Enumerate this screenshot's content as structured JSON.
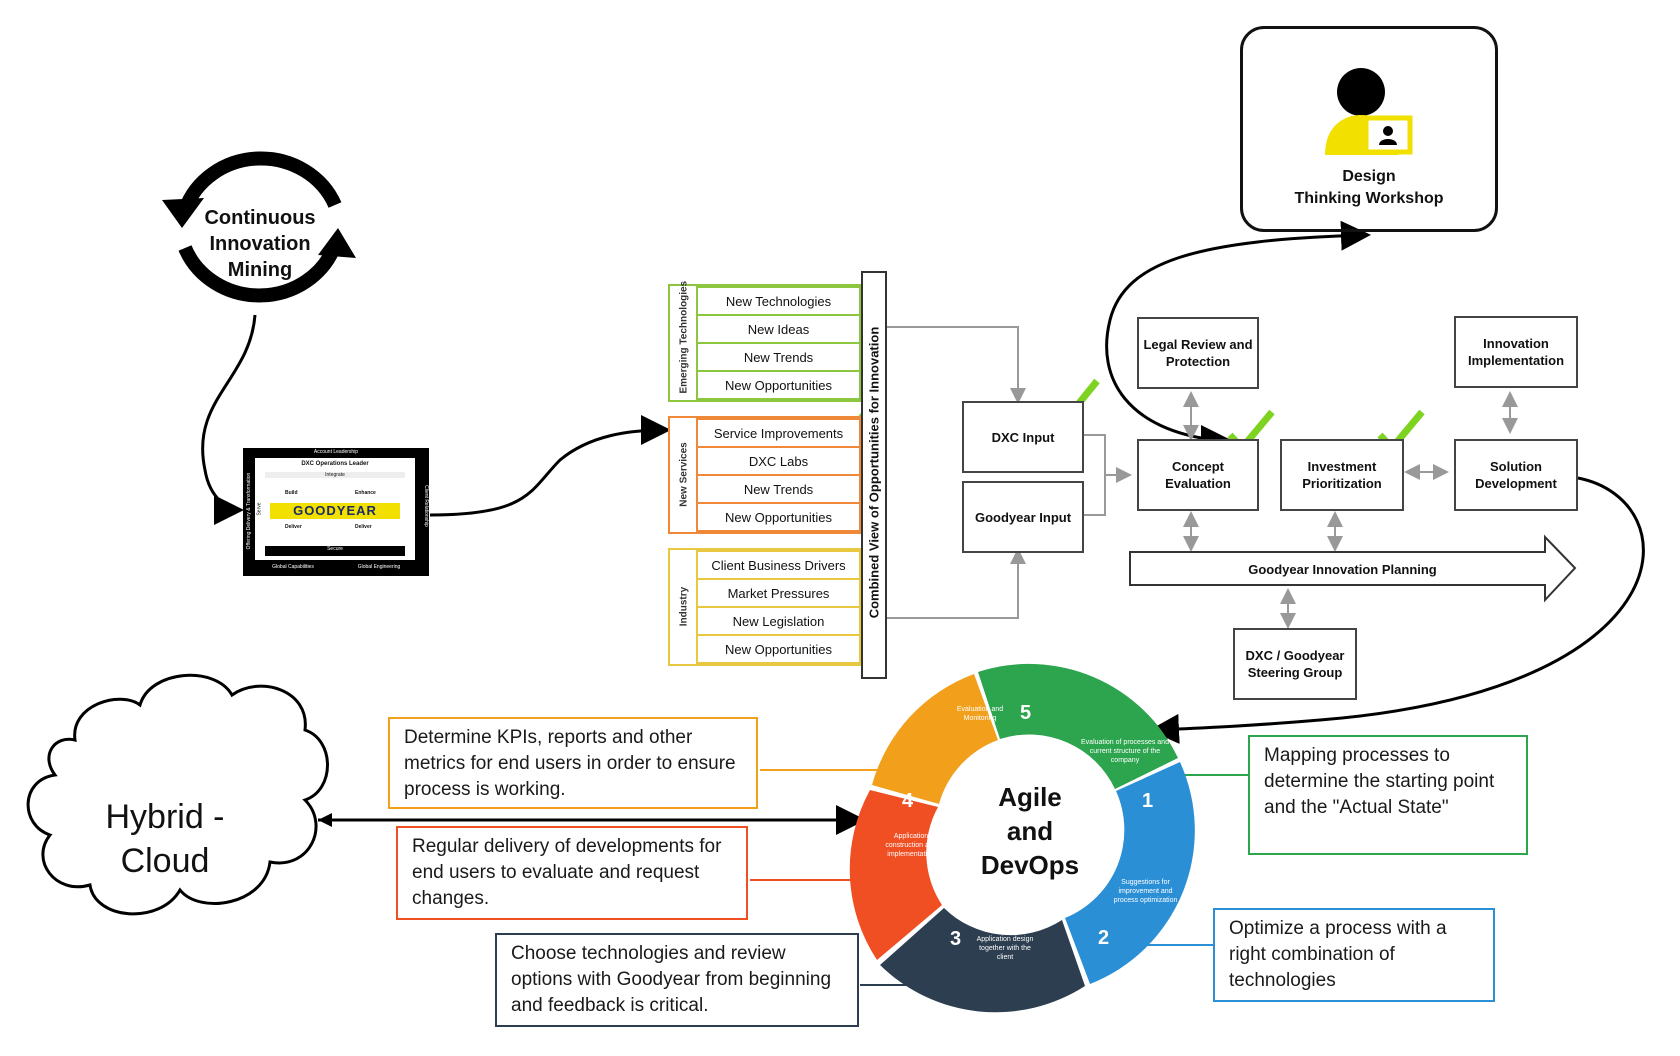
{
  "cycle": {
    "label_line1": "Continuous",
    "label_line2": "Innovation",
    "label_line3": "Mining"
  },
  "logo_card": {
    "top_label": "Account Leadership",
    "header": "DXC Operations Leader",
    "sub_header": "Integrate",
    "quad_tl": "Build",
    "quad_tr": "Enhance",
    "quad_bl": "Deliver",
    "quad_br": "Deliver",
    "brand": "GOODYEAR",
    "bottom_left": "Global Capabilities",
    "bottom_right": "Global Engineering",
    "bottom_band": "Secure",
    "left_side": "Offering Delivery & Transformation",
    "right_side": "Client Relationship",
    "left_small": "Serve"
  },
  "categories": {
    "emerging": {
      "title": "Emerging Technologies",
      "color": "#8dc63f",
      "items": [
        "New Technologies",
        "New Ideas",
        "New Trends",
        "New Opportunities"
      ]
    },
    "services": {
      "title": "New Services",
      "color": "#f0883a",
      "items": [
        "Service Improvements",
        "DXC Labs",
        "New Trends",
        "New Opportunities"
      ]
    },
    "industry": {
      "title": "Industry",
      "color": "#e8c840",
      "items": [
        "Client Business Drivers",
        "Market Pressures",
        "New Legislation",
        "New Opportunities"
      ]
    }
  },
  "combined_view_label": "Combined View of Opportunities for Innovation",
  "inputs": {
    "dxc": "DXC Input",
    "goodyear": "Goodyear Input"
  },
  "process": {
    "legal": "Legal Review and Protection",
    "concept": "Concept Evaluation",
    "investment": "Investment Prioritization",
    "solution": "Solution Development",
    "implementation": "Innovation Implementation",
    "planning": "Goodyear Innovation Planning",
    "steering": "DXC / Goodyear Steering Group"
  },
  "design_thinking": {
    "line1": "Design",
    "line2": "Thinking Workshop"
  },
  "cloud": {
    "line1": "Hybrid -",
    "line2": "Cloud"
  },
  "agile": {
    "center_line1": "Agile",
    "center_line2": "and",
    "center_line3": "DevOps",
    "segments": [
      {
        "num": "1",
        "text": "Evaluation of processes and current structure of the company",
        "color": "#2da44e"
      },
      {
        "num": "2",
        "text": "Suggestions for improvement and process optimization",
        "color": "#2b8fd6"
      },
      {
        "num": "3",
        "text": "Application design together with the client",
        "color": "#2c3e50"
      },
      {
        "num": "4",
        "text": "Application construction and implementation",
        "color": "#f04e23"
      },
      {
        "num": "5",
        "text": "Evaluation and Monitoring",
        "color": "#f29f1c"
      }
    ]
  },
  "notes": {
    "kpis": "Determine KPIs, reports and other metrics for end users in order to ensure process is working.",
    "delivery": "Regular delivery of developments for end users to evaluate and request changes.",
    "technologies": "Choose technologies and review options with Goodyear from beginning and feedback is critical.",
    "mapping": "Mapping processes to determine the starting point and the \"Actual State\"",
    "optimize": "Optimize a process with a right combination of technologies"
  },
  "colors": {
    "check": "#7ed321",
    "yellow": "#f2e000",
    "kpis_border": "#f29f1c",
    "delivery_border": "#f04e23",
    "tech_border": "#2c3e50",
    "mapping_border": "#2da44e",
    "optimize_border": "#2b8fd6"
  }
}
